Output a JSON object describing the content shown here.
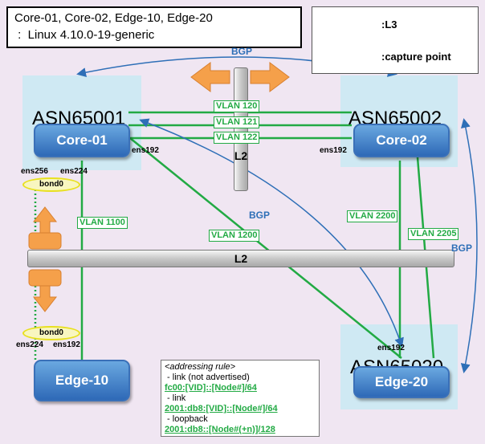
{
  "info": {
    "line1": "Core-01, Core-02, Edge-10, Edge-20",
    "line2": " :  Linux 4.10.0-19-generic"
  },
  "legend": {
    "l3": ":L3",
    "capture": ":capture point"
  },
  "nodes": {
    "core01": {
      "asn": "ASN65001",
      "name": "Core-01"
    },
    "core02": {
      "asn": "ASN65002",
      "name": "Core-02"
    },
    "edge10": {
      "name": "Edge-10"
    },
    "edge20": {
      "asn": "ASN65020",
      "name": "Edge-20"
    }
  },
  "vlans": {
    "v120": "VLAN 120",
    "v121": "VLAN 121",
    "v122": "VLAN 122",
    "v1100": "VLAN 1100",
    "v1200": "VLAN 1200",
    "v2200": "VLAN 2200",
    "v2205": "VLAN 2205"
  },
  "l2": {
    "h": "L2",
    "v": "L2"
  },
  "bgp": {
    "top": "BGP",
    "mid": "BGP",
    "right": "BGP"
  },
  "ifaces": {
    "core01_ens192": "ens192",
    "core02_ens192": "ens192",
    "core01_ens256": "ens256",
    "core01_ens224": "ens224",
    "edge10_ens224": "ens224",
    "edge10_ens192": "ens192",
    "edge20_ens192": "ens192"
  },
  "bond": {
    "top": "bond0",
    "bottom": "bond0"
  },
  "rule": {
    "title": "<addressing rule>",
    "link_na": " - link (not advertised)",
    "link_na_addr": "fc00:[VID]::[Node#]/64",
    "link": " - link",
    "link_addr": "2001:db8:[VID]::[Node#]/64",
    "loopback": " - loopback",
    "loopback_addr": "2001:db8::[Node#(+n)]/128"
  },
  "colors": {
    "l3": "#22aa44",
    "bgp": "#2e6fb7",
    "capture": "#f5a04a",
    "background": "#f0e6f2"
  }
}
